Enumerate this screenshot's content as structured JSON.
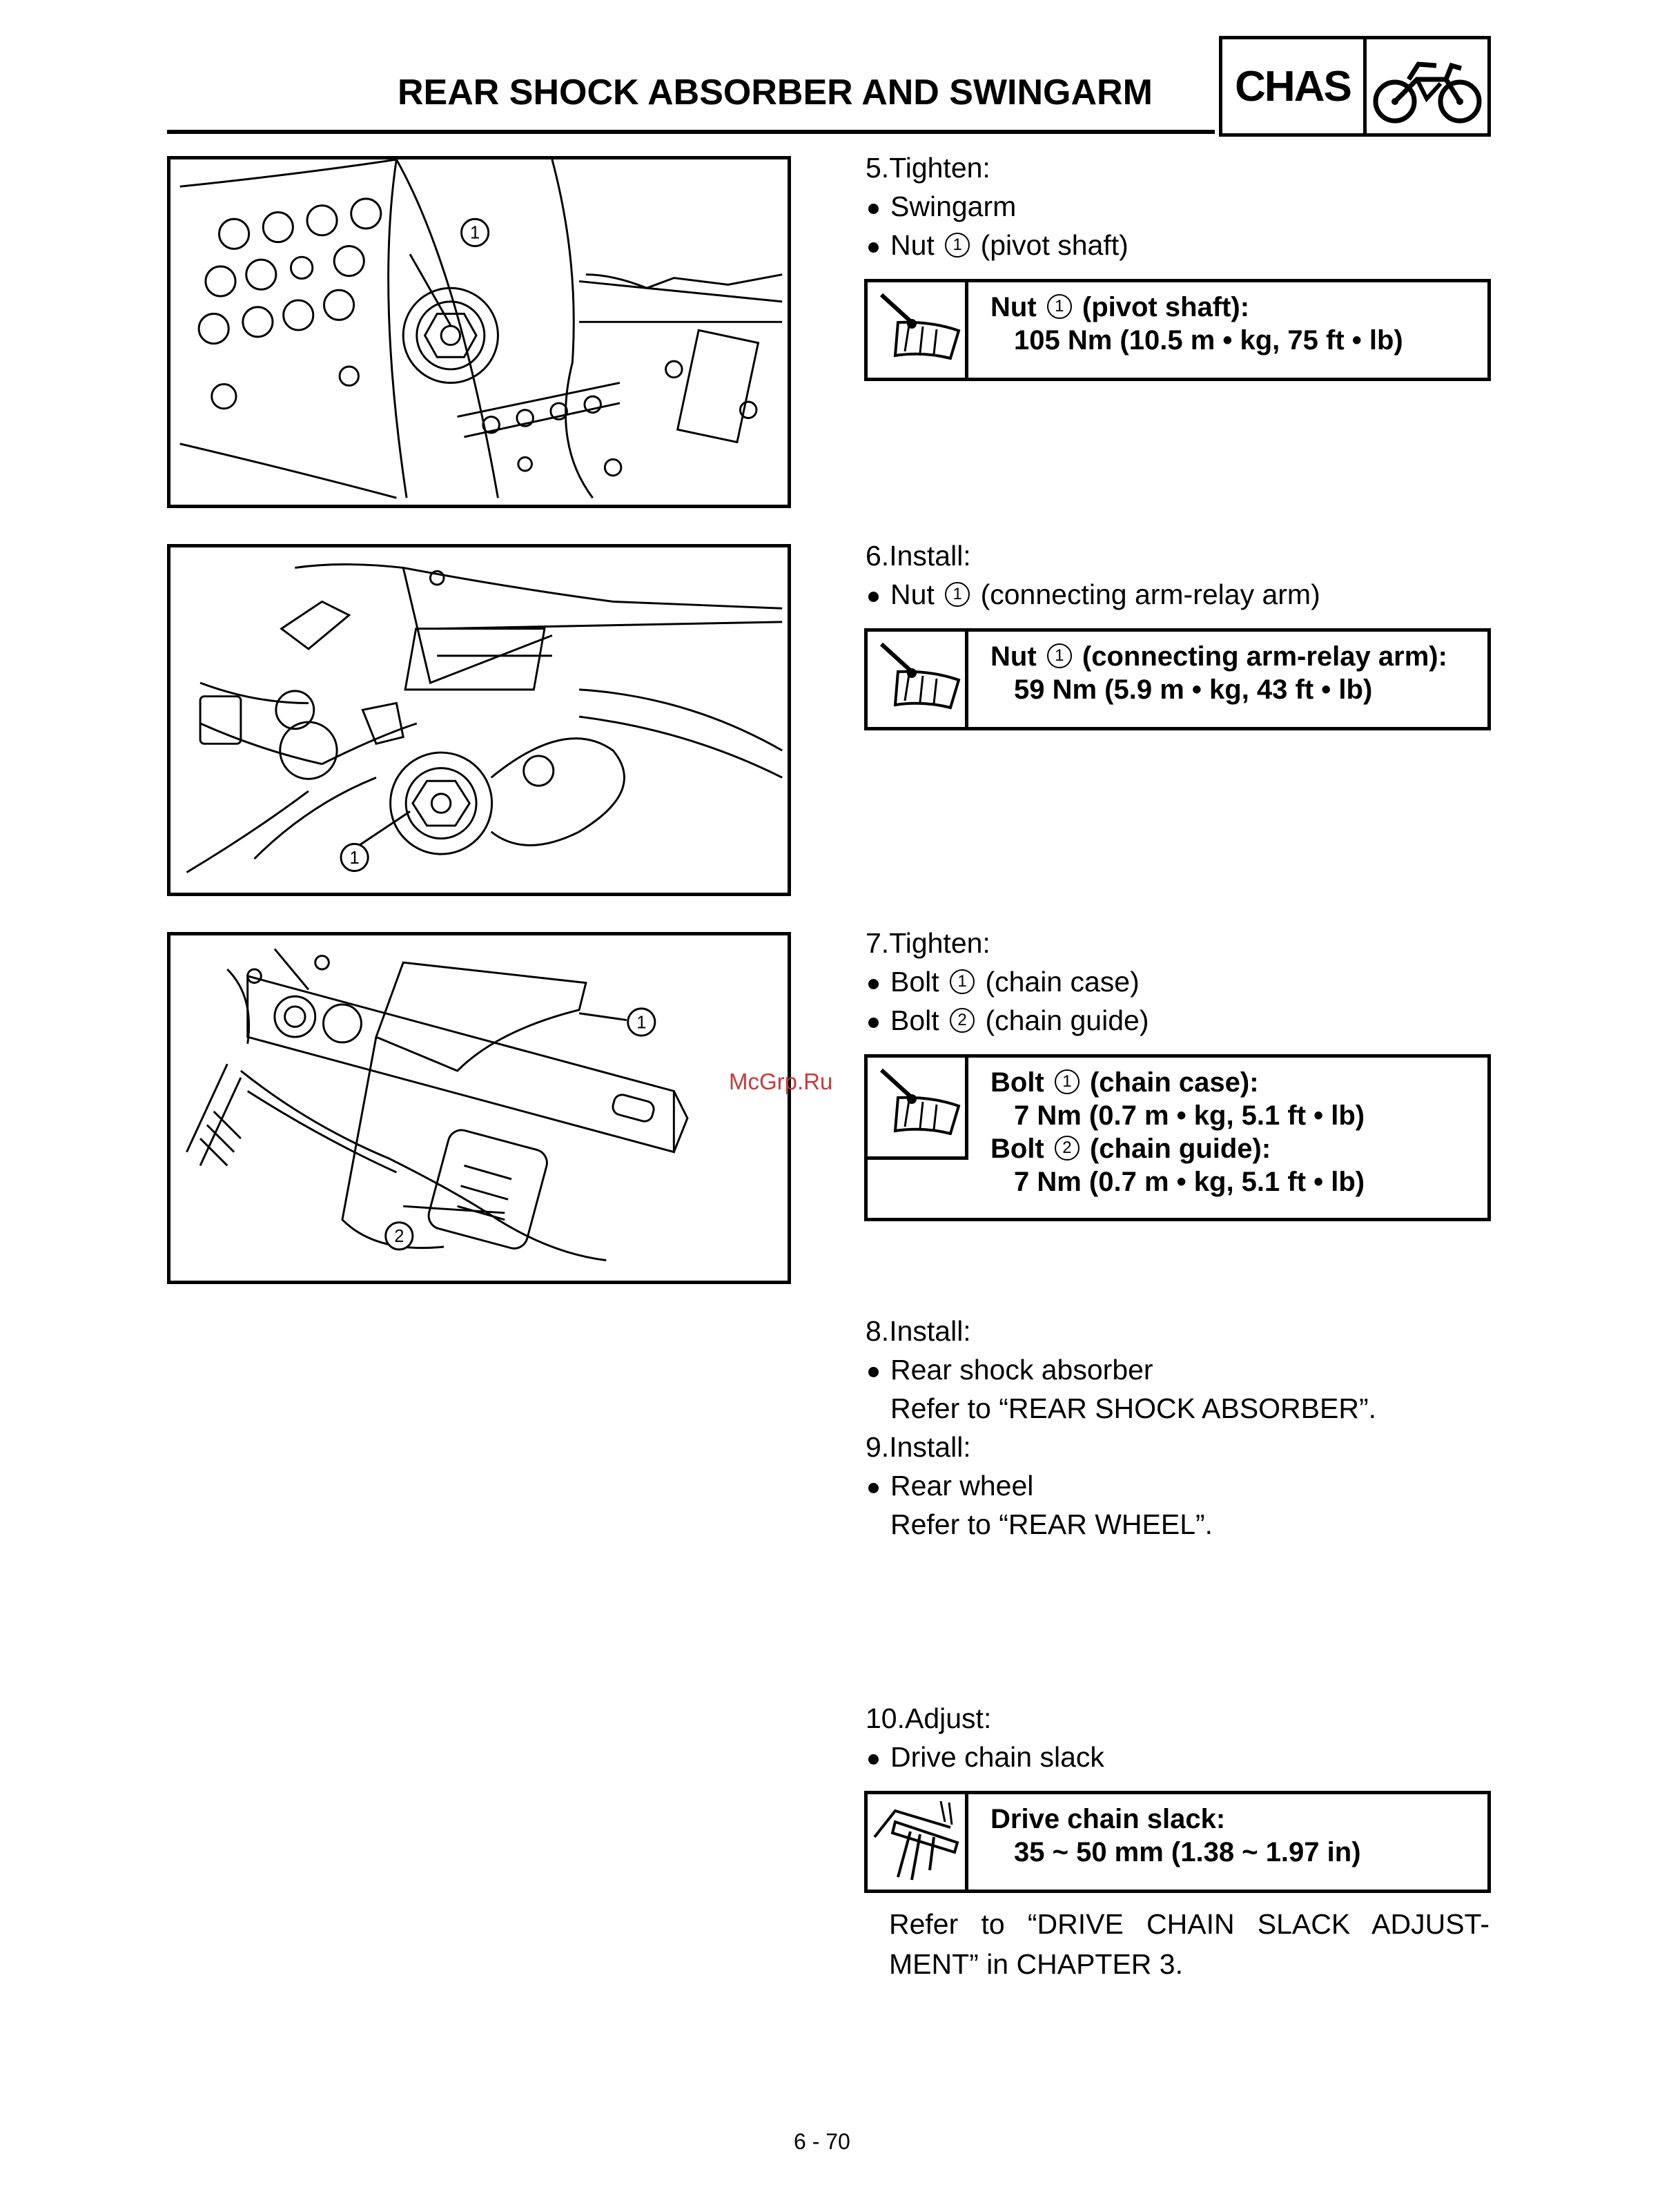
{
  "header": {
    "title": "REAR SHOCK ABSORBER AND SWINGARM",
    "badge": "CHAS",
    "badge_icon": "motorcycle-icon"
  },
  "steps": [
    {
      "heading": "5.Tighten:",
      "items": [
        {
          "text": "Swingarm"
        },
        {
          "pre": "Nut ",
          "num": "1",
          "post": " (pivot shaft)"
        }
      ],
      "spec": {
        "icon": "torque-wrench-icon",
        "rows": [
          {
            "pre": "Nut ",
            "num": "1",
            "post": " (pivot shaft):",
            "value": "105 Nm (10.5 m • kg, 75 ft • lb)"
          }
        ]
      }
    },
    {
      "heading": "6.Install:",
      "items": [
        {
          "pre": "Nut ",
          "num": "1",
          "post": " (connecting arm-relay arm)"
        }
      ],
      "spec": {
        "icon": "torque-wrench-icon",
        "rows": [
          {
            "pre": "Nut ",
            "num": "1",
            "post": " (connecting arm-relay arm):",
            "value": "59 Nm (5.9 m • kg, 43 ft • lb)"
          }
        ]
      }
    },
    {
      "heading": "7.Tighten:",
      "items": [
        {
          "pre": "Bolt ",
          "num": "1",
          "post": " (chain case)"
        },
        {
          "pre": "Bolt ",
          "num": "2",
          "post": " (chain guide)"
        }
      ],
      "spec": {
        "icon": "torque-wrench-icon",
        "rows": [
          {
            "pre": "Bolt ",
            "num": "1",
            "post": " (chain case):",
            "value": "7 Nm (0.7 m • kg, 5.1 ft • lb)"
          },
          {
            "pre": "Bolt ",
            "num": "2",
            "post": " (chain guide):",
            "value": "7 Nm (0.7 m • kg, 5.1 ft • lb)"
          }
        ]
      }
    },
    {
      "heading": "8.Install:",
      "items": [
        {
          "text": "Rear shock absorber"
        }
      ],
      "refer": "Refer to “REAR SHOCK ABSORBER”."
    },
    {
      "heading": "9.Install:",
      "items": [
        {
          "text": "Rear wheel"
        }
      ],
      "refer": "Refer to “REAR WHEEL”."
    },
    {
      "heading": "10.Adjust:",
      "items": [
        {
          "text": "Drive chain slack"
        }
      ],
      "spec": {
        "icon": "caliper-icon",
        "rows": [
          {
            "label": "Drive chain slack:",
            "value": "35 ~ 50 mm (1.38 ~ 1.97 in)"
          }
        ]
      },
      "refer_after": "Refer to “DRIVE CHAIN SLACK ADJUST-MENT” in CHAPTER 3."
    }
  ],
  "figures": [
    {
      "callouts": [
        "1"
      ]
    },
    {
      "callouts": [
        "1"
      ]
    },
    {
      "callouts": [
        "1",
        "2"
      ]
    }
  ],
  "watermark": "McGrp.Ru",
  "page_number": "6 - 70"
}
